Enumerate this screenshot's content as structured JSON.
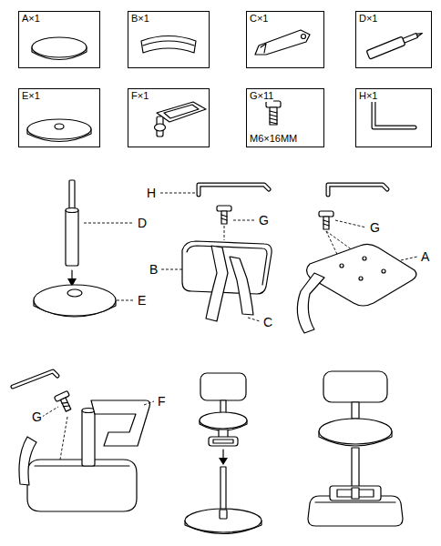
{
  "diagram": {
    "nodes": [
      {
        "text": [
          "A×1"
        ]
      },
      {
        "text": [
          "B×1"
        ]
      },
      {
        "text": [
          "C×1"
        ]
      },
      {
        "text": [
          "D×1"
        ]
      },
      {
        "text": [
          "E×1"
        ]
      },
      {
        "text": [
          "F×1"
        ]
      },
      {
        "text": [
          "G×11",
          "M6×16MM"
        ]
      },
      {
        "text": [
          "H×1"
        ]
      }
    ],
    "labels": [
      "D",
      "E",
      "H",
      "G",
      "B",
      "C",
      "G",
      "A",
      "G",
      "F"
    ]
  }
}
